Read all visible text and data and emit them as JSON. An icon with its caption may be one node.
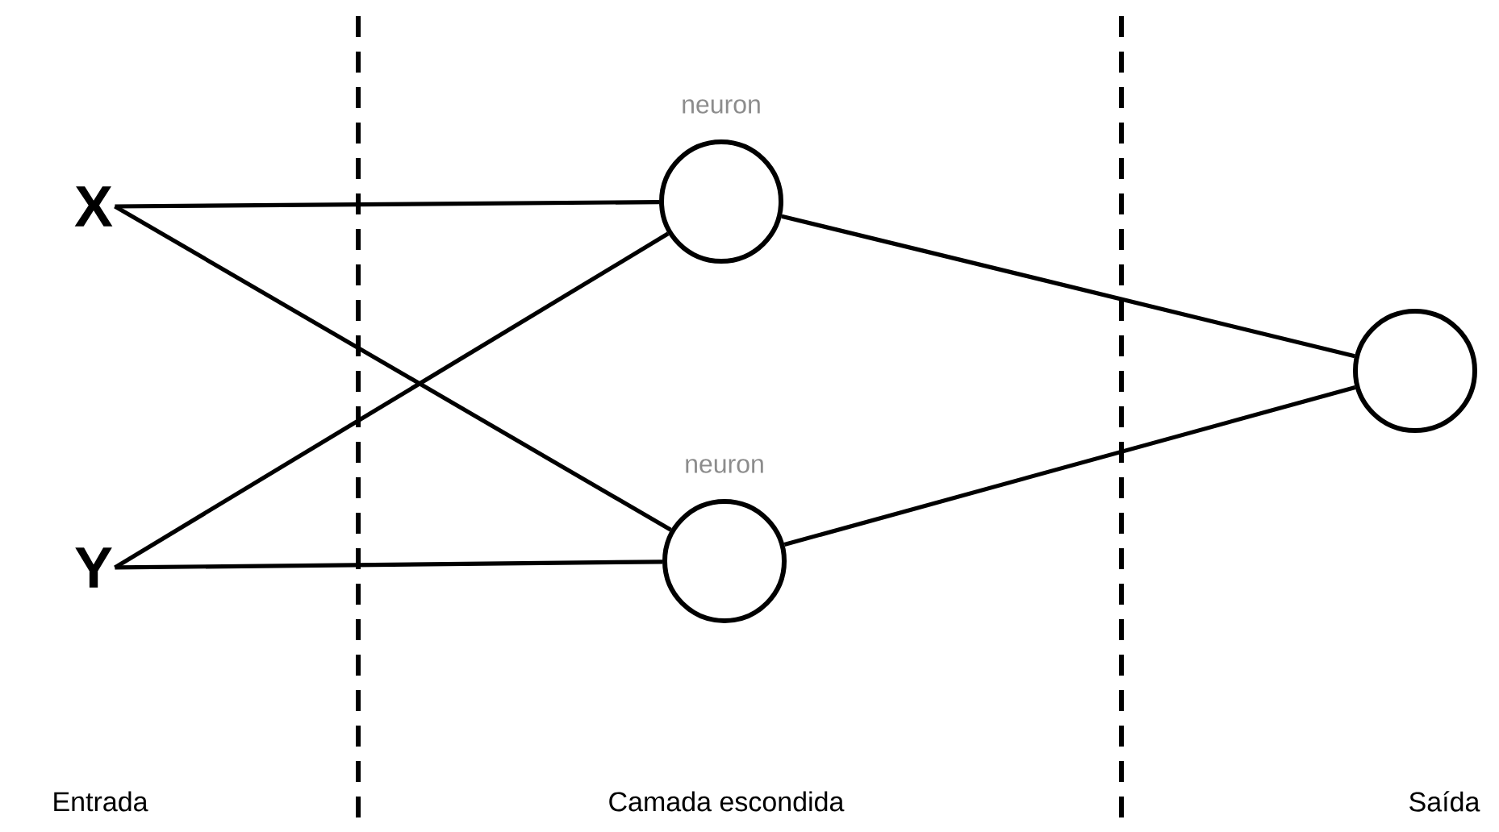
{
  "diagram": {
    "nodes": [
      {
        "text": [
          "X"
        ]
      },
      {
        "text": [
          "Y"
        ]
      },
      {
        "text": [],
        "shape": "circle",
        "beside": [
          "neuron"
        ]
      },
      {
        "text": [],
        "shape": "circle",
        "beside": [
          "neuron"
        ]
      },
      {
        "text": [],
        "shape": "circle"
      }
    ],
    "edges": [
      {
        "from": 0,
        "to": 2,
        "arrow": "none"
      },
      {
        "from": 0,
        "to": 3,
        "arrow": "none"
      },
      {
        "from": 1,
        "to": 2,
        "arrow": "none"
      },
      {
        "from": 1,
        "to": 3,
        "arrow": "none"
      },
      {
        "from": 2,
        "to": 4,
        "arrow": "none"
      },
      {
        "from": 3,
        "to": 4,
        "arrow": "none"
      }
    ],
    "labels": [
      "Entrada",
      "Camada escondida",
      "Saída"
    ]
  }
}
